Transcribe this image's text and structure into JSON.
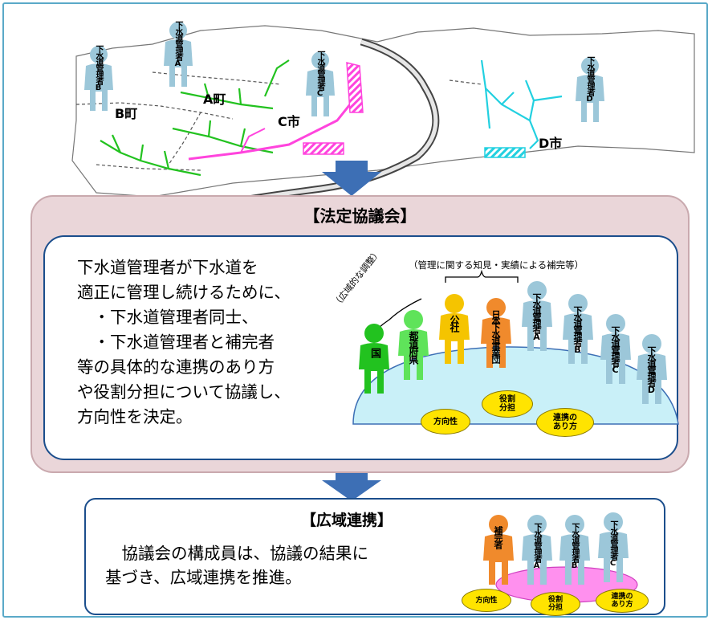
{
  "map": {
    "towns": {
      "b": "B町",
      "a": "A町",
      "c": "C市",
      "d": "D市"
    },
    "managers": {
      "b": "下水道管理者B",
      "a": "下水道管理者A",
      "c": "下水道管理者C",
      "d": "下水道管理者D"
    }
  },
  "council": {
    "title": "【法定協議会】",
    "body": "下水道管理者が下水道を\n適正に管理し続けるために、\n　・下水道管理者同士、\n　・下水道管理者と補完者\n等の具体的な連携のあり方\nや役割分担について協議し、\n方向性を決定。",
    "wide_caption": "（広域的な調整）",
    "support_caption": "（管理に関する知見・実績による補完等）",
    "figures": {
      "kuni": "国",
      "pref": "都道府県",
      "kosha": "公社",
      "jswa": "日本下水道事業団",
      "mgr_a": "下水道管理者A",
      "mgr_b": "下水道管理者B",
      "mgr_c": "下水道管理者C",
      "mgr_d": "下水道管理者D"
    },
    "ovals": {
      "direction": "方向性",
      "roles": "役割\n分担",
      "coop": "連携の\nあり方"
    }
  },
  "bottom": {
    "title": "【広域連携】",
    "body": "　協議会の構成員は、協議の結果に\n基づき、広域連携を推進。",
    "figures": {
      "hokan": "補完者",
      "mgr_a": "下水道管理者A",
      "mgr_b": "下水道管理者B",
      "mgr_c": "下水道管理者C"
    },
    "ovals": {
      "direction": "方向性",
      "roles": "役割\n分担",
      "coop": "連携の\nあり方"
    }
  },
  "colors": {
    "frame": "#5aa9c8",
    "person_blue": "#9cc7d9",
    "green": "#22c21f",
    "yellow": "#f5c400",
    "orange": "#f08a2c",
    "pink": "#ff44dd",
    "cyan": "#22d0e0",
    "arrow": "#3d6fb5"
  },
  "icons": [
    "person-icon",
    "down-arrow-icon",
    "brace-icon"
  ]
}
